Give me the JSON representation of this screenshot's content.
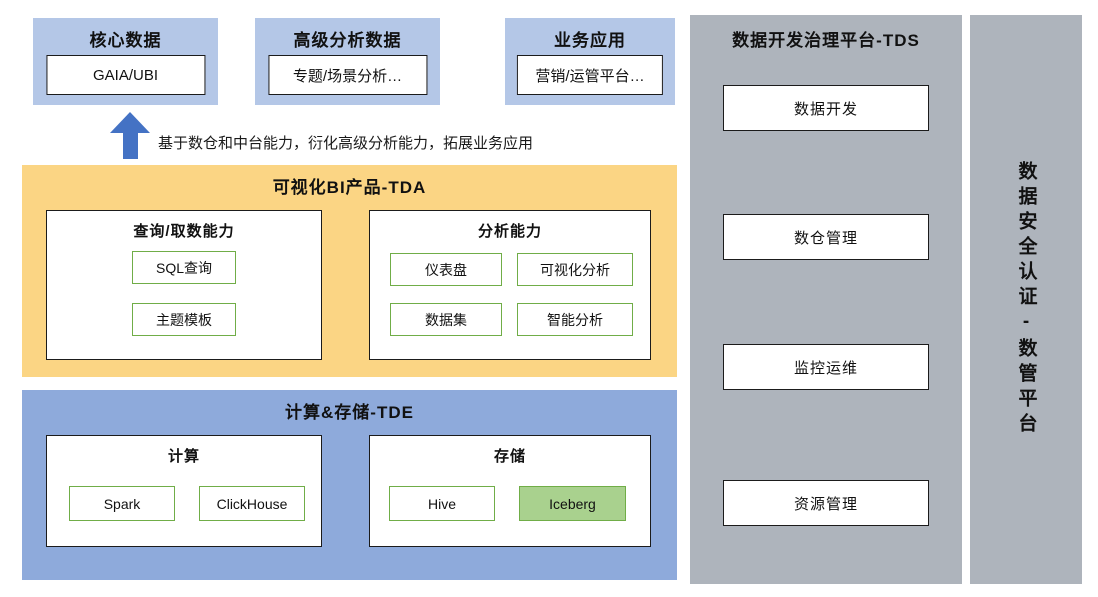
{
  "top_boxes": [
    {
      "title": "核心数据",
      "item": "GAIA/UBI"
    },
    {
      "title": "高级分析数据",
      "item": "专题/场景分析…"
    },
    {
      "title": "业务应用",
      "item": "营销/运管平台…"
    }
  ],
  "arrow": {
    "note": "基于数仓和中台能力，衍化高级分析能力，拓展业务应用"
  },
  "tda": {
    "title": "可视化BI产品-TDA",
    "query": {
      "title": "查询/取数能力",
      "items": [
        "SQL查询",
        "主题模板"
      ]
    },
    "analysis": {
      "title": "分析能力",
      "items": [
        "仪表盘",
        "可视化分析",
        "数据集",
        "智能分析"
      ]
    }
  },
  "tde": {
    "title": "计算&存储-TDE",
    "compute": {
      "title": "计算",
      "items": [
        "Spark",
        "ClickHouse"
      ]
    },
    "storage": {
      "title": "存储",
      "items": [
        "Hive",
        "Iceberg"
      ]
    }
  },
  "tds": {
    "title": "数据开发治理平台-TDS",
    "items": [
      "数据开发",
      "数仓管理",
      "监控运维",
      "资源管理"
    ]
  },
  "security": {
    "title": "数据安全认证-数管平台"
  },
  "colors": {
    "top_blue": "#B4C7E7",
    "tde_blue": "#8EAADB",
    "tda_orange": "#FBD584",
    "gray_col": "#AEB4BC",
    "green_border": "#70AD47",
    "green_fill": "#A9D18E",
    "arrow_blue": "#4472C4",
    "box_border": "#1B1B1B"
  }
}
